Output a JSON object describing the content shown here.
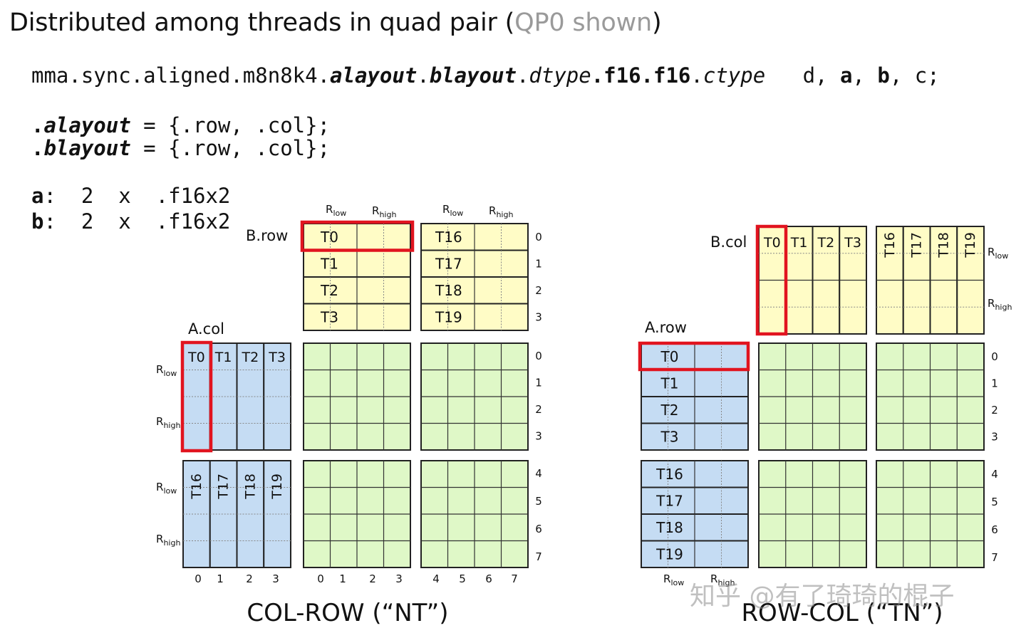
{
  "header": {
    "title": "Distributed among threads in quad pair (",
    "title_qp": "QP0 shown",
    "title_close": ")"
  },
  "instruction": {
    "prefix": "mma.sync.aligned.m8n8k4.",
    "alayout": "alayout",
    "dot1": ".",
    "blayout": "blayout",
    "dot2": ".",
    "dtype": "dtype",
    "f16a": ".f16.f16",
    "dot3": ".",
    "ctype": "ctype",
    "gap": "   d, ",
    "a": "a",
    "comma1": ", ",
    "b": "b",
    "tail": ", c;"
  },
  "layouts": {
    "alayout_dot": ".",
    "alayout_name": "alayout",
    "alayout_rest": " = {.row, .col};",
    "blayout_dot": ".",
    "blayout_name": "blayout",
    "blayout_rest": " = {.row, .col};"
  },
  "operands": {
    "a_label": "a",
    "a_rest": ":  2  x  .f16x2",
    "b_label": "b",
    "b_rest": ":  2  x  .f16x2"
  },
  "colors": {
    "blue": "#c5dcf3",
    "yellow": "#fffcc6",
    "green": "#dff8c7",
    "highlight": "#e1141f",
    "grey_text": "#9a9a9a"
  },
  "left": {
    "caption": "COL-ROW (“NT”)",
    "b_label": "B.row",
    "a_label": "A.col",
    "r_low": "R",
    "r_low_sub": "low",
    "r_high": "R",
    "r_high_sub": "high",
    "b_threads_top": [
      "T0",
      "T1",
      "T2",
      "T3"
    ],
    "b_threads_bottom": [
      "T16",
      "T17",
      "T18",
      "T19"
    ],
    "a_threads_top": [
      "T0",
      "T1",
      "T2",
      "T3"
    ],
    "a_threads_bottom": [
      "T16",
      "T17",
      "T18",
      "T19"
    ],
    "row_nums_top": [
      "0",
      "1",
      "2",
      "3"
    ],
    "row_nums_c1": [
      "0",
      "1",
      "2",
      "3"
    ],
    "row_nums_c2": [
      "4",
      "5",
      "6",
      "7"
    ],
    "a_col_nums": [
      "0",
      "1",
      "2",
      "3"
    ],
    "c_col_nums_1": [
      "0",
      "1",
      "2",
      "3"
    ],
    "c_col_nums_2": [
      "4",
      "5",
      "6",
      "7"
    ]
  },
  "right": {
    "caption": "ROW-COL (“TN”)",
    "b_label": "B.col",
    "a_label": "A.row",
    "r_low": "R",
    "r_low_sub": "low",
    "r_high": "R",
    "r_high_sub": "high",
    "b_threads_left": [
      "T0",
      "T1",
      "T2",
      "T3"
    ],
    "b_threads_right": [
      "T16",
      "T17",
      "T18",
      "T19"
    ],
    "a_threads_top": [
      "T0",
      "T1",
      "T2",
      "T3"
    ],
    "a_threads_bottom": [
      "T16",
      "T17",
      "T18",
      "T19"
    ],
    "row_nums_c1": [
      "0",
      "1",
      "2",
      "3"
    ],
    "row_nums_c2": [
      "4",
      "5",
      "6",
      "7"
    ]
  },
  "watermark": "知乎 @有了琦琦的棍子"
}
